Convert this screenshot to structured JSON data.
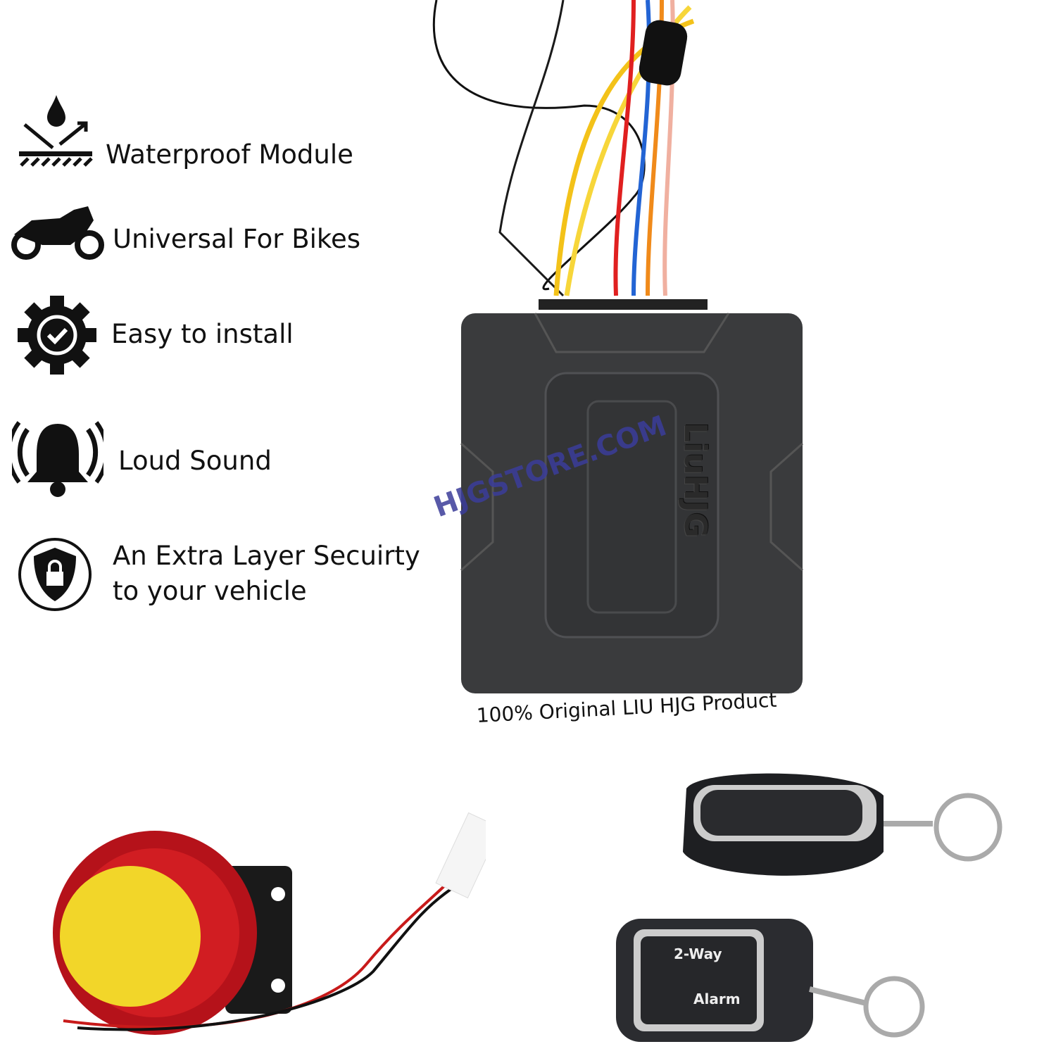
{
  "features": [
    {
      "icon": "waterproof-icon",
      "label": "Waterproof Module"
    },
    {
      "icon": "motorcycle-icon",
      "label": "Universal For Bikes"
    },
    {
      "icon": "gear-check-icon",
      "label": "Easy to install"
    },
    {
      "icon": "bell-ringing-icon",
      "label": "Loud Sound"
    },
    {
      "icon": "shield-lock-icon",
      "label": "An Extra Layer Secuirty",
      "label2": "to your vehicle"
    }
  ],
  "product": {
    "brand": "LiuHJG",
    "caption": "100% Original LIU HJG Product",
    "watermark": "HJGSTORE.COM"
  },
  "remote": {
    "line1": "2-Way",
    "line2": "Alarm"
  },
  "colors": {
    "module": "#3a3b3d",
    "siren_red": "#c0141a",
    "siren_yellow": "#f2d629",
    "watermark": "#3b3d9a"
  }
}
